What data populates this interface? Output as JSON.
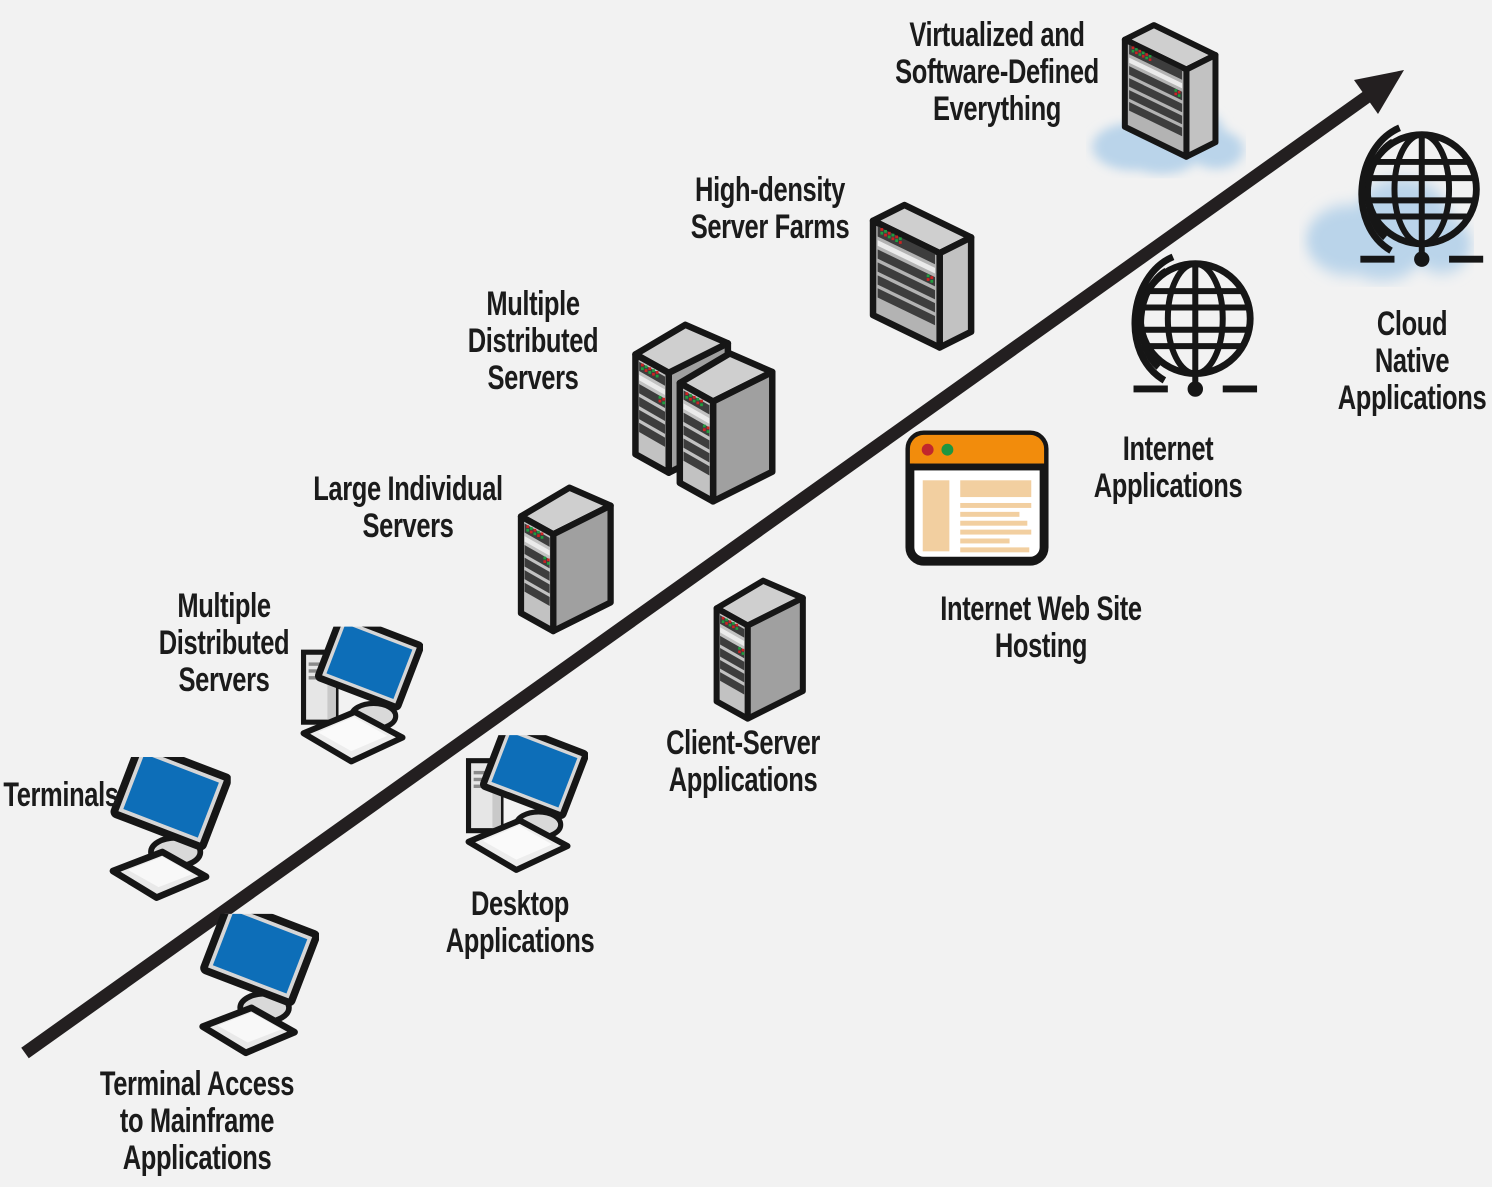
{
  "canvas": {
    "background": "#f2f2f2",
    "description": "Evolution diagram from terminals to cloud native applications along an ascending arrow"
  },
  "palette": {
    "outline_black": "#1a1a1a",
    "arrow_black": "#231f20",
    "screen_blue": "#0d6eb8",
    "server_front_gray": "#c2c2c2",
    "server_side_gray": "#a0a0a0",
    "server_top_gray": "#cfcfcf",
    "slot_dark_gray": "#3d3d3d",
    "led_red": "#cc2222",
    "led_green": "#1f9e3e",
    "browser_orange": "#f28c0c",
    "browser_dot_red": "#c1272d",
    "browser_dot_green": "#1e9640",
    "browser_tan": "#f2cfa0",
    "cloud_blue": "#bad4ea",
    "keyboard_gray": "#e9e9e9"
  },
  "arrow": {
    "direction": "ascending from bottom-left to top-right"
  },
  "items": [
    {
      "id": "terminals",
      "label": "Terminals",
      "icon": "terminal-monitor-icon"
    },
    {
      "id": "terminal-access-mainframe",
      "label": "Terminal Access\nto Mainframe\nApplications",
      "icon": "terminal-monitor-icon"
    },
    {
      "id": "multiple-distributed-servers-lower",
      "label": "Multiple\nDistributed\nServers",
      "icon": "desktop-computer-icon"
    },
    {
      "id": "desktop-applications",
      "label": "Desktop\nApplications",
      "icon": "desktop-computer-icon"
    },
    {
      "id": "large-individual-servers",
      "label": "Large Individual\nServers",
      "icon": "server-tower-icon"
    },
    {
      "id": "multiple-distributed-servers-upper",
      "label": "Multiple\nDistributed\nServers",
      "icon": "dual-server-towers-icon"
    },
    {
      "id": "client-server-applications",
      "label": "Client-Server\nApplications",
      "icon": "server-tower-icon"
    },
    {
      "id": "high-density-server-farms",
      "label": "High-density\nServer Farms",
      "icon": "server-rack-icon"
    },
    {
      "id": "internet-web-site-hosting",
      "label": "Internet Web Site\nHosting",
      "icon": "browser-window-icon"
    },
    {
      "id": "internet-applications",
      "label": "Internet\nApplications",
      "icon": "globe-icon"
    },
    {
      "id": "virtualized-software-defined",
      "label": "Virtualized and\nSoftware-Defined\nEverything",
      "icon": "server-rack-cloud-icon"
    },
    {
      "id": "cloud-native-applications",
      "label": "Cloud Native\nApplications",
      "icon": "globe-cloud-icon"
    }
  ]
}
